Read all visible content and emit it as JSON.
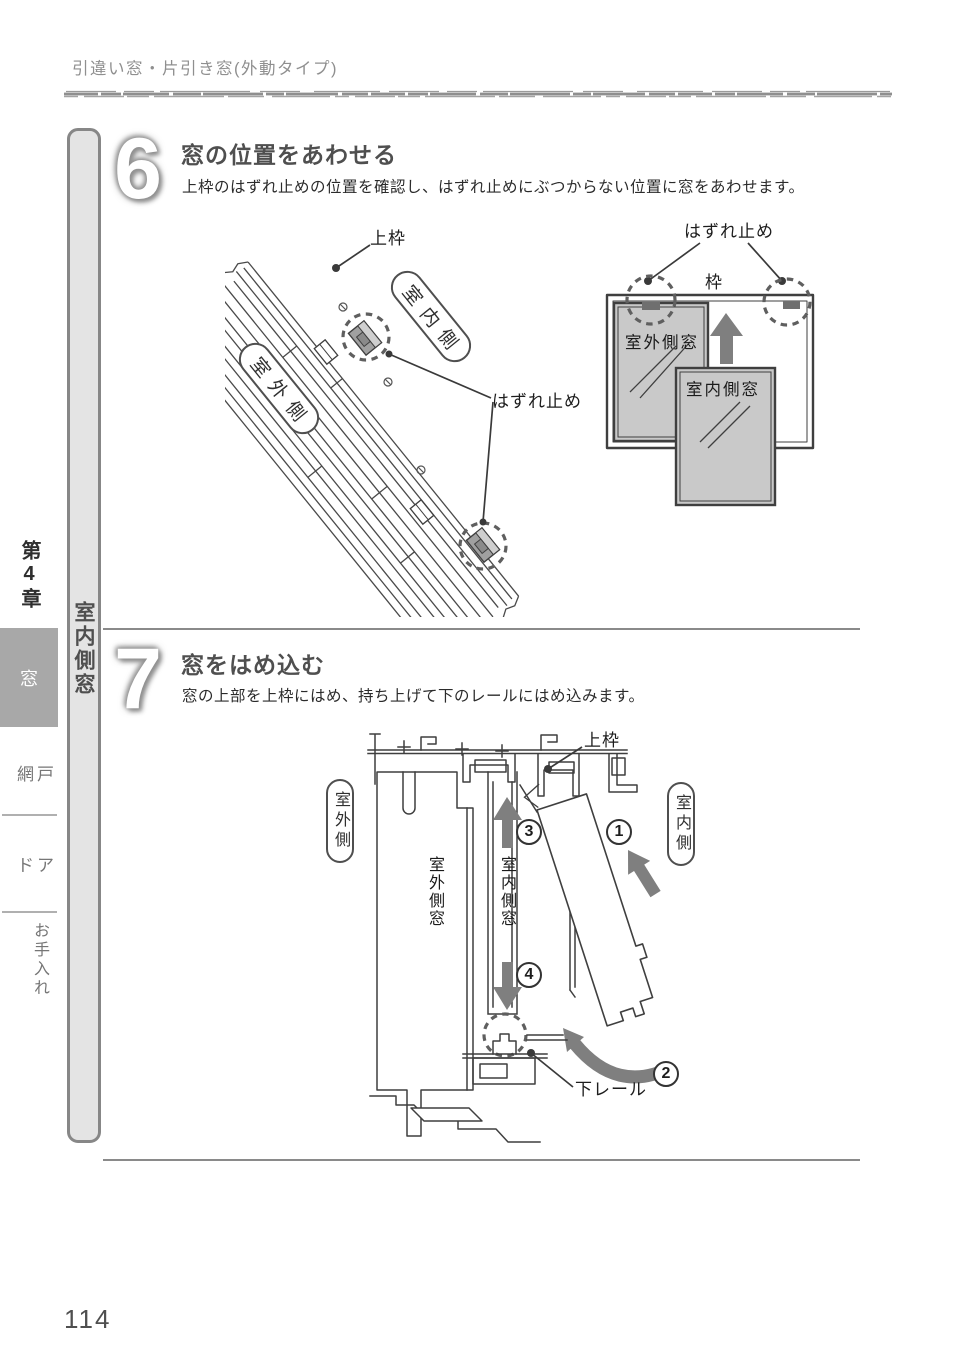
{
  "page": {
    "header_title": "引違い窓・片引き窓(外動タイプ)",
    "page_number": "114"
  },
  "sidebar": {
    "chapter": "第4章",
    "tabs": [
      {
        "label": "窓",
        "active": true
      },
      {
        "label": "網戸",
        "active": false
      },
      {
        "label": "ドア",
        "active": false
      },
      {
        "label": "お手入れ",
        "active": false
      }
    ],
    "section_bar": "室内側窓"
  },
  "step6": {
    "number": "6",
    "title": "窓の位置をあわせる",
    "description": "上枠のはずれ止めの位置を確認し、はずれ止めにぶつからない位置に窓をあわせます。",
    "iso": {
      "top_frame": "上枠",
      "indoor": "室内側",
      "outdoor": "室外側",
      "stopper": "はずれ止め"
    },
    "front": {
      "stopper": "はずれ止め",
      "frame": "枠",
      "outdoor_window": "室外側窓",
      "indoor_window": "室内側窓"
    }
  },
  "step7": {
    "number": "7",
    "title": "窓をはめ込む",
    "description": "窓の上部を上枠にはめ、持ち上げて下のレールにはめ込みます。",
    "diagram": {
      "top_frame": "上枠",
      "outdoor": "室外側",
      "indoor": "室内側",
      "outdoor_window": "室外側窓",
      "indoor_window": "室内側窓",
      "bottom_rail": "下レール",
      "mark1": "1",
      "mark2": "2",
      "mark3": "3",
      "mark4": "4"
    }
  },
  "colors": {
    "line": "#3f3f3f",
    "arrow_gray": "#7f7f7f",
    "panel_fill": "#c9c9c9",
    "tab_gray": "#a8a8a8"
  }
}
